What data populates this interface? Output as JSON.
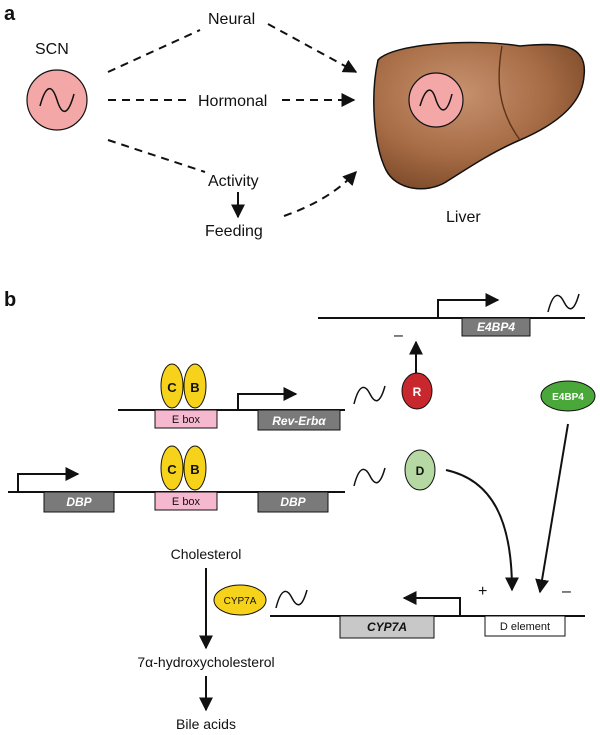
{
  "panel_a": {
    "label": "a",
    "scn": "SCN",
    "neural": "Neural",
    "hormonal": "Hormonal",
    "activity": "Activity",
    "feeding": "Feeding",
    "liver": "Liver"
  },
  "panel_b": {
    "label": "b",
    "clock_c": "C",
    "clock_b": "B",
    "ebox": "E box",
    "rev_erb": "Rev-Erbα",
    "dbp": "DBP",
    "e4bp4_gene": "E4BP4",
    "e4bp4_protein": "E4BP4",
    "r": "R",
    "d": "D",
    "minus_top": "–",
    "plus": "+",
    "minus_right": "–",
    "cyp7a_gene": "CYP7A",
    "cyp7a_enzyme": "CYP7A",
    "d_element": "D element",
    "cholesterol": "Cholesterol",
    "hydroxy": "7α-hydroxycholesterol",
    "bile": "Bile acids"
  },
  "colors": {
    "scn_fill": "#f4a7a7",
    "liver_fill": "#a9714b",
    "clock_yellow": "#f6d31a",
    "ebox_pink": "#f6b8cf",
    "gene_gray": "#7a7a7a",
    "cyp_gray": "#c8c8c8",
    "r_red": "#c8272e",
    "d_green": "#b6d9a4",
    "e4bp4_green": "#4aa83a"
  }
}
